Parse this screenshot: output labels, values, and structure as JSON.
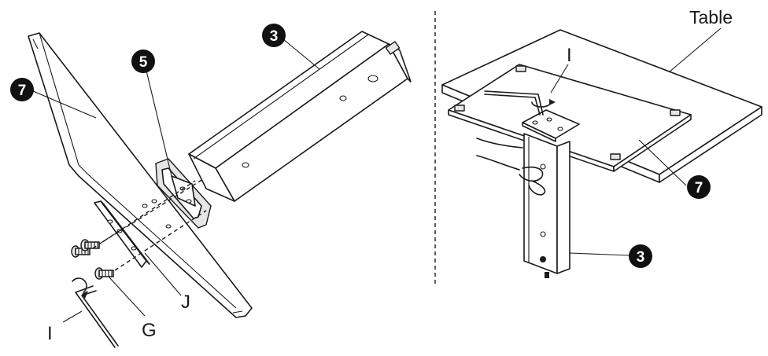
{
  "left_panel": {
    "callouts": {
      "panel": "7",
      "bracket": "5",
      "column": "3"
    },
    "labels": {
      "wrench": "I",
      "screws": "G",
      "plate": "J"
    }
  },
  "right_panel": {
    "callouts": {
      "panel": "7",
      "column": "3"
    },
    "labels": {
      "wrench": "I",
      "table": "Table"
    }
  }
}
